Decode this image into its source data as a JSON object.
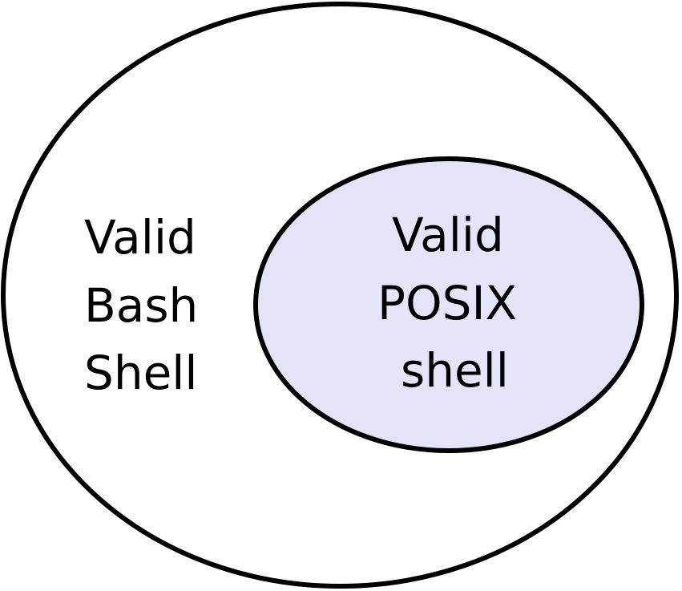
{
  "outer_set": {
    "lines": [
      "Valid",
      "Bash",
      "Shell"
    ],
    "fill": "#ffffff",
    "stroke": "#000000"
  },
  "inner_set": {
    "lines": [
      "Valid",
      "POSIX",
      "shell"
    ],
    "fill": "#e3e4f8",
    "stroke": "#000000"
  }
}
